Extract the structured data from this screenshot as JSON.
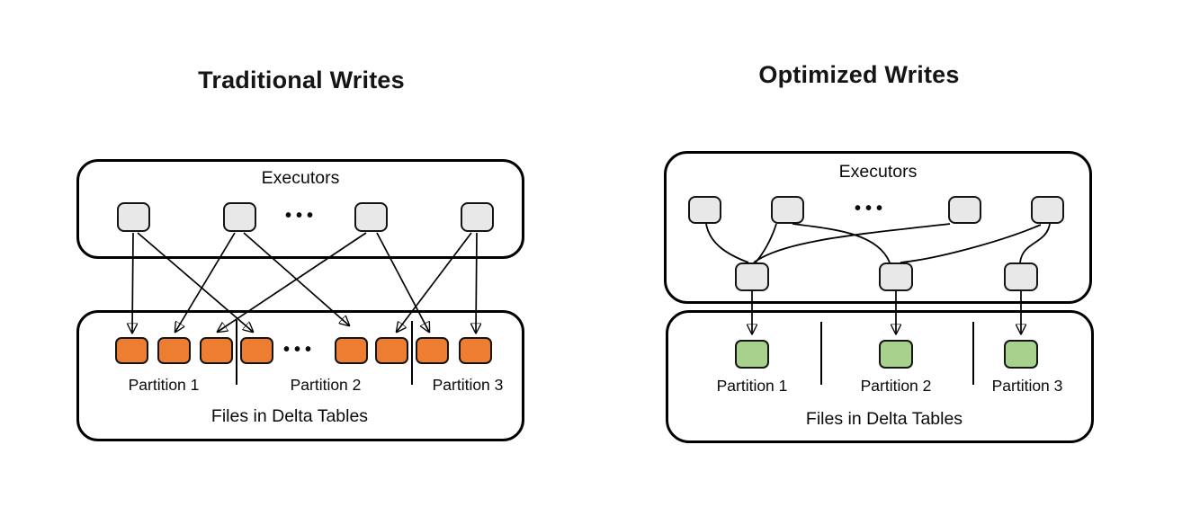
{
  "colors": {
    "stroke": "#000000",
    "node_fill": "#e8e8e8",
    "node_border": "#141414",
    "traditional_file_fill": "#ED7D31",
    "optimized_file_fill": "#A9D18E",
    "background": "#ffffff"
  },
  "left_diagram": {
    "title": "Traditional Writes",
    "executors_label": "Executors",
    "ellipsis": "•••",
    "files_label": "Files in Delta Tables",
    "partitions": [
      "Partition 1",
      "Partition 2",
      "Partition 3"
    ],
    "executor_count": 4,
    "file_count": 8
  },
  "right_diagram": {
    "title": "Optimized Writes",
    "executors_label": "Executors",
    "ellipsis": "•••",
    "files_label": "Files in Delta Tables",
    "partitions": [
      "Partition 1",
      "Partition 2",
      "Partition 3"
    ],
    "executor_count": 4,
    "shuffle_task_count": 3,
    "file_count": 3
  }
}
